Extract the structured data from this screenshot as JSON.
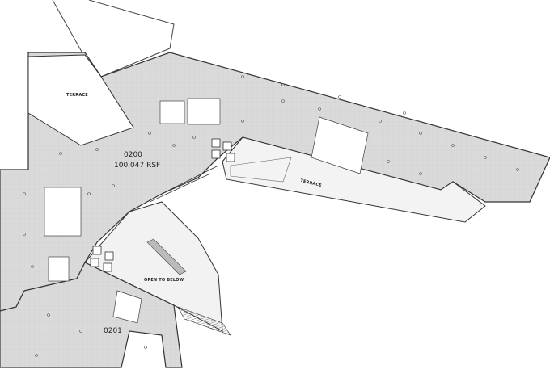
{
  "floor_plan": {
    "suites": [
      {
        "number": "0200",
        "area": "100,047 RSF"
      },
      {
        "number": "0201"
      }
    ],
    "areas": {
      "terrace_north": "TERRACE",
      "terrace_east": "TERRACE",
      "open_to_below": "OPEN TO BELOW"
    }
  },
  "colors": {
    "floor": "#dcdcdc",
    "terrace": "#f4f4f4",
    "line": "#333333"
  }
}
